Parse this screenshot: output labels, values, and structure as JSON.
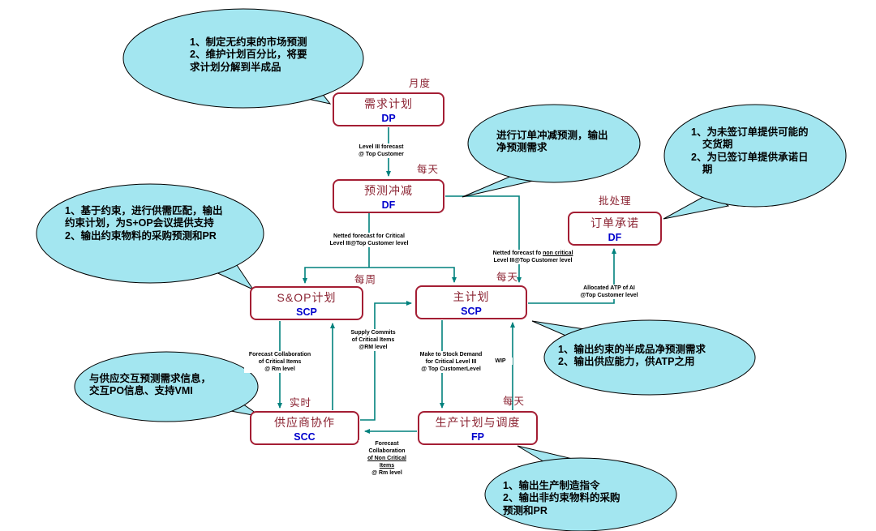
{
  "diagram": {
    "colors": {
      "bubble_fill": "#a3e6f0",
      "box_border": "#a41e34",
      "box_text": "#8b2332",
      "code_text": "#0000cc",
      "arrow": "#00817d"
    },
    "boxes": [
      {
        "name": "需求计划",
        "code": "DP",
        "freq": "月度"
      },
      {
        "name": "预测冲减",
        "code": "DF",
        "freq": "每天"
      },
      {
        "name": "订单承诺",
        "code": "DF",
        "freq": "批处理"
      },
      {
        "name": "S&OP计划",
        "code": "SCP",
        "freq": "每周"
      },
      {
        "name": "主计划",
        "code": "SCP",
        "freq": "每天"
      },
      {
        "name": "供应商协作",
        "code": "SCC",
        "freq": "实时"
      },
      {
        "name": "生产计划与调度",
        "code": "FP",
        "freq": "每天"
      }
    ],
    "bubbles": [
      {
        "text": "1、制定无约束的市场预测\n2、维护计划百分比，将要\n求计划分解到半成品"
      },
      {
        "text": "进行订单冲减预测，输出\n净预测需求"
      },
      {
        "text": "1、为未签订单提供可能的\n    交货期\n2、为已签订单提供承诺日\n    期"
      },
      {
        "text": "1、基于约束，进行供需匹配，输出\n约束计划，为S+OP会议提供支持\n2、输出约束物料的采购预测和PR"
      },
      {
        "text": "与供应交互预测需求信息，\n交互PO信息、支持VMI"
      },
      {
        "text": "1、输出约束的半成品净预测需求\n2、输出供应能力，供ATP之用"
      },
      {
        "text": "1、输出生产制造指令\n2、输出非约束物料的采购\n预测和PR"
      }
    ],
    "arrow_labels": {
      "dp_df": [
        "Level III forecast",
        "@ Top Customer"
      ],
      "netted_critical": [
        "Netted forecast for Critical",
        "Level III@Top Customer level"
      ],
      "netted_noncritical": {
        "pre": "Netted forecast fo ",
        "hl": "non critical",
        "l2": "Level III@Top Customer level"
      },
      "allocated_atp": [
        "Allocated ATP of AI",
        "@Top Customer level"
      ],
      "forecast_collab_critical": [
        "Forecast Collaboration",
        "of Critical Items",
        "@ Rm level"
      ],
      "supply_commits": [
        "Supply Commits",
        "of Critical Items",
        "@RM level"
      ],
      "mts_demand": [
        "Make to Stock Demand",
        "for Critical  Level III",
        "@ Top CustomerLevel"
      ],
      "wip": "WIP",
      "forecast_collab_noncritical": [
        "Forecast",
        "Collaboration",
        "of Non Critical",
        "Items",
        "@ Rm level"
      ]
    }
  }
}
